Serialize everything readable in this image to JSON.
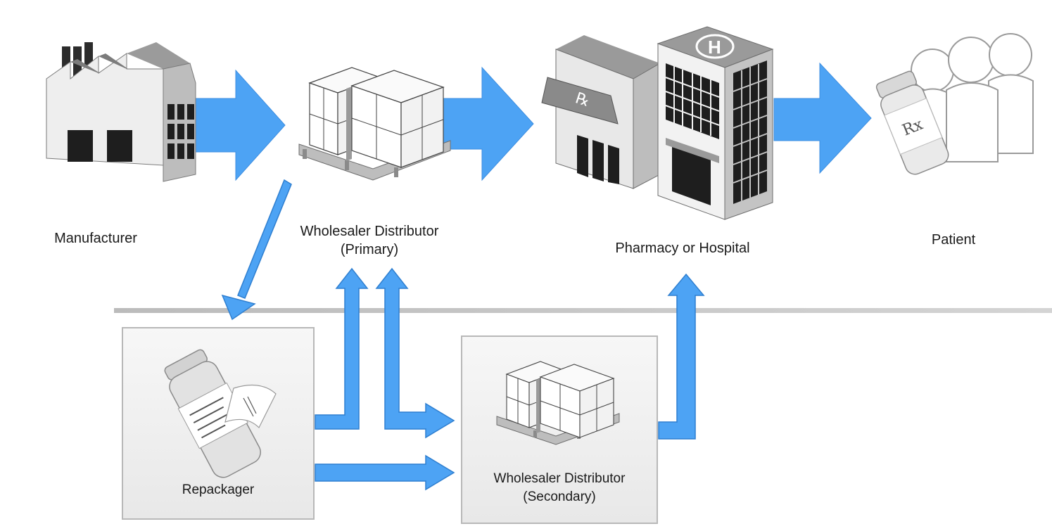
{
  "nodes": {
    "manufacturer": {
      "label": "Manufacturer"
    },
    "wholesaler_primary": {
      "line1": "Wholesaler Distributor",
      "line2": "(Primary)"
    },
    "pharmacy_hospital": {
      "label": "Pharmacy or Hospital",
      "rx_mark": "℞",
      "hospital_mark": "H"
    },
    "patient": {
      "label": "Patient",
      "bottle_mark": "Rx"
    },
    "repackager": {
      "label": "Repackager"
    },
    "wholesaler_secondary": {
      "line1": "Wholesaler Distributor",
      "line2": "(Secondary)"
    }
  },
  "colors": {
    "arrow": "#4da3f4",
    "arrow_edge": "#2f7fd0",
    "divider": "#c9c9c9",
    "box_fill": "#f0f0f0",
    "box_border": "#b8b8b8",
    "building_light": "#f2f2f2",
    "building_mid": "#bdbdbd",
    "building_dark": "#6e6e6e",
    "window": "#1a1a1a"
  },
  "icons": {
    "manufacturer": "factory-icon",
    "wholesaler_primary": "pallet-boxes-icon",
    "pharmacy": "pharmacy-building-icon",
    "hospital": "hospital-building-icon",
    "patient": "patients-with-bottle-icon",
    "repackager": "relabeled-bottle-icon",
    "wholesaler_secondary": "pallet-boxes-icon"
  }
}
